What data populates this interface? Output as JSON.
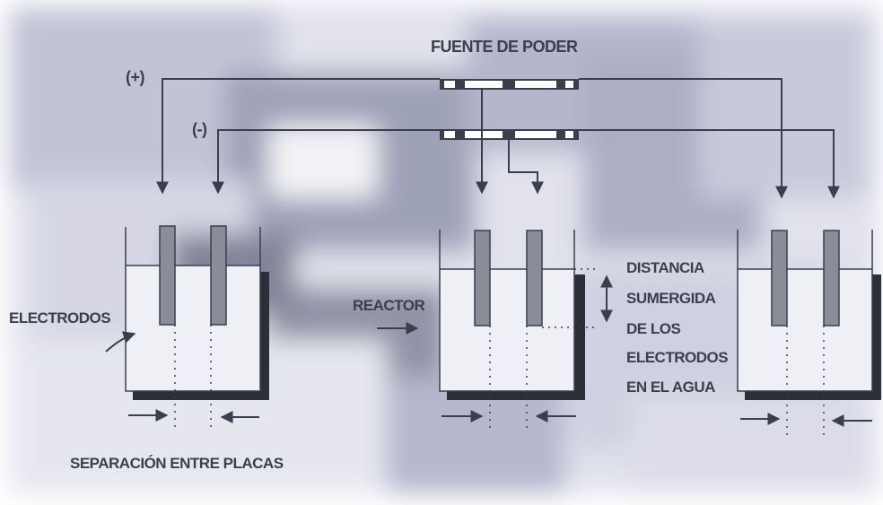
{
  "labels": {
    "power_source": "FUENTE DE PODER",
    "positive": "(+)",
    "negative": "(-)",
    "electrodes": "ELECTRODOS",
    "reactor": "REACTOR",
    "plate_separation": "SEPARACIÓN ENTRE PLACAS",
    "submerged_distance": [
      "DISTANCIA",
      "SUMERGIDA",
      "DE LOS",
      "ELECTRODOS",
      "EN EL AGUA"
    ]
  },
  "colors": {
    "line": "#3a3f4e",
    "tank_fill": "#eef0f6",
    "tank_shadow": "#2c2f38",
    "electrode": "#8a8c98",
    "background_tint": "#c9cbe0"
  }
}
